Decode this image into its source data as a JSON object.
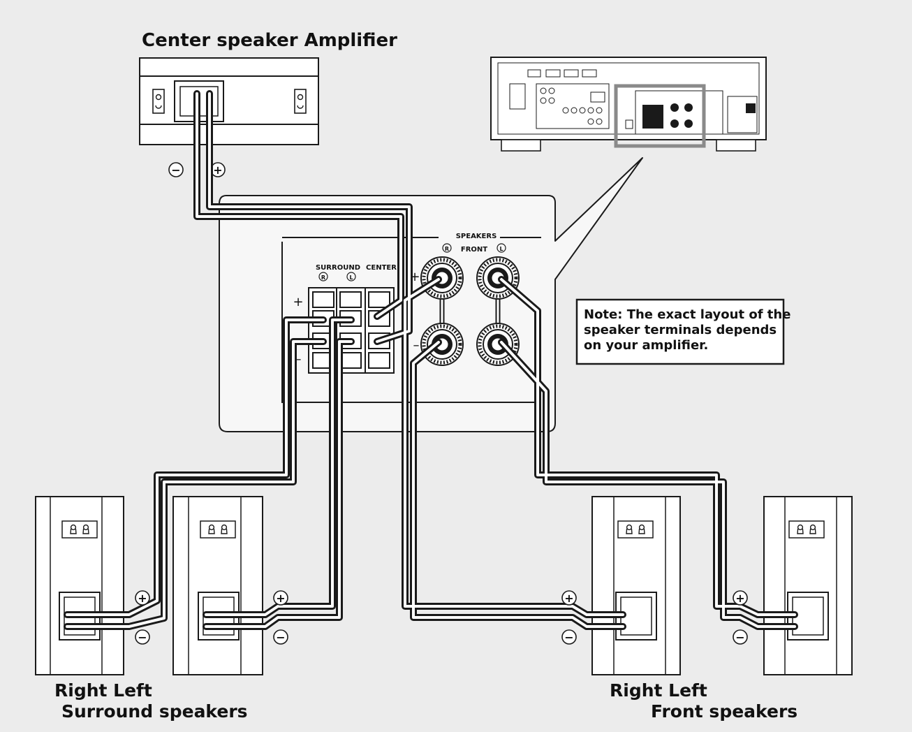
{
  "labels": {
    "center_amp": "Center speaker Amplifier",
    "surround_row1": "Right Left",
    "surround_row2": "Surround speakers",
    "front_row1": "Right Left",
    "front_row2": "Front speakers"
  },
  "panel": {
    "speakers": "SPEAKERS",
    "front": "FRONT",
    "surround": "SURROUND",
    "center": "CENTER",
    "plus": "+",
    "minus": "–",
    "right_mark": "R",
    "left_mark": "L"
  },
  "polarity": {
    "plus": "+",
    "minus": "−"
  },
  "note": {
    "lines": [
      "Note: The exact layout of the",
      "speaker terminals depends",
      "on your amplifier."
    ]
  },
  "colors": {
    "background": "#ececec",
    "panel": "#f7f7f7",
    "line": "#1a1a1a",
    "highlight": "#8a8a8a"
  }
}
